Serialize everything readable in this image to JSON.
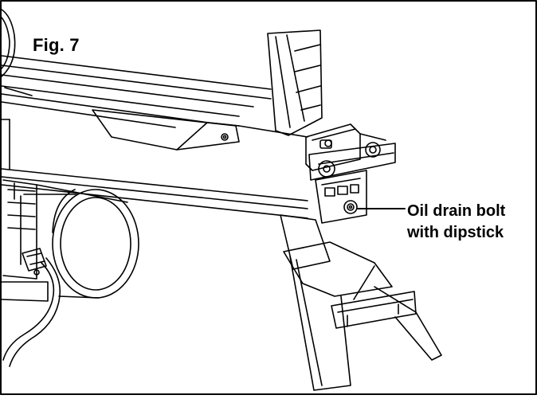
{
  "figure": {
    "label": "Fig. 7",
    "callout": {
      "line1": "Oil drain bolt",
      "line2": "with dipstick"
    },
    "ink_color": "#000000",
    "background_color": "#ffffff"
  }
}
